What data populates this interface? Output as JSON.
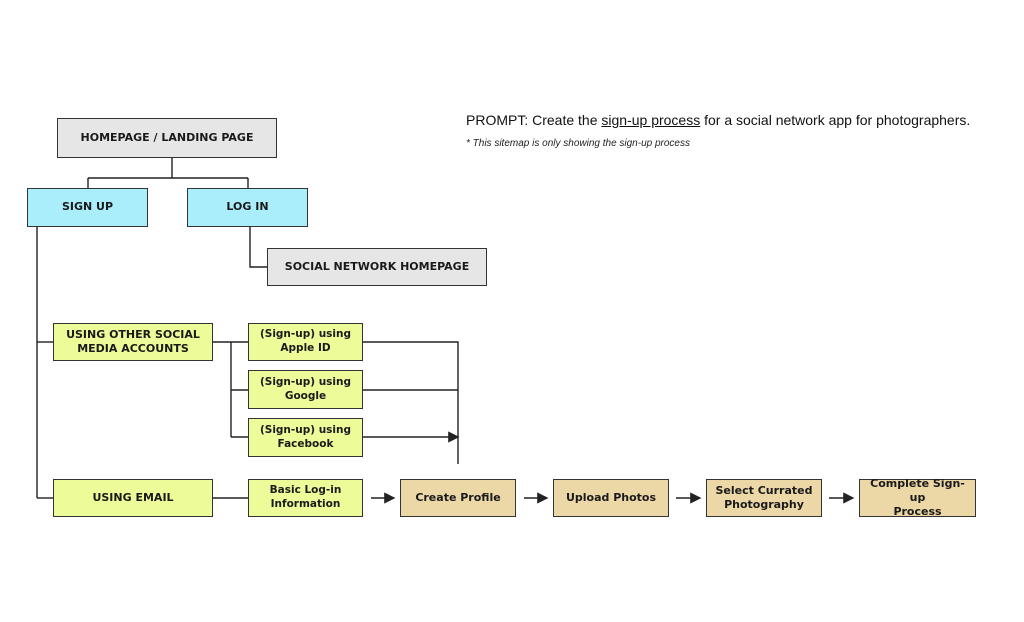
{
  "prompt": {
    "prefix": "PROMPT: Create the ",
    "link": "sign-up process",
    "suffix": " for a social network app for photographers."
  },
  "note": "* This sitemap is only showing the sign-up process",
  "nodes": {
    "homepage": "HOMEPAGE / LANDING PAGE",
    "signup": "SIGN UP",
    "login": "LOG IN",
    "social_home": "SOCIAL NETWORK HOMEPAGE",
    "other_social": "USING OTHER SOCIAL\nMEDIA ACCOUNTS",
    "apple": "(Sign-up) using\nApple ID",
    "google": "(Sign-up) using\nGoogle",
    "facebook": "(Sign-up) using\nFacebook",
    "email": "USING EMAIL",
    "basic_login": "Basic Log-in\nInformation",
    "create_profile": "Create Profile",
    "upload_photos": "Upload Photos",
    "select_photography": "Select Currated\nPhotography",
    "complete": "Complete Sign-up\nProcess"
  },
  "colors": {
    "gray": "#e6e6e6",
    "blue": "#aaeefb",
    "green": "#eefb99",
    "tan": "#ecd7a6",
    "line": "#222222"
  }
}
